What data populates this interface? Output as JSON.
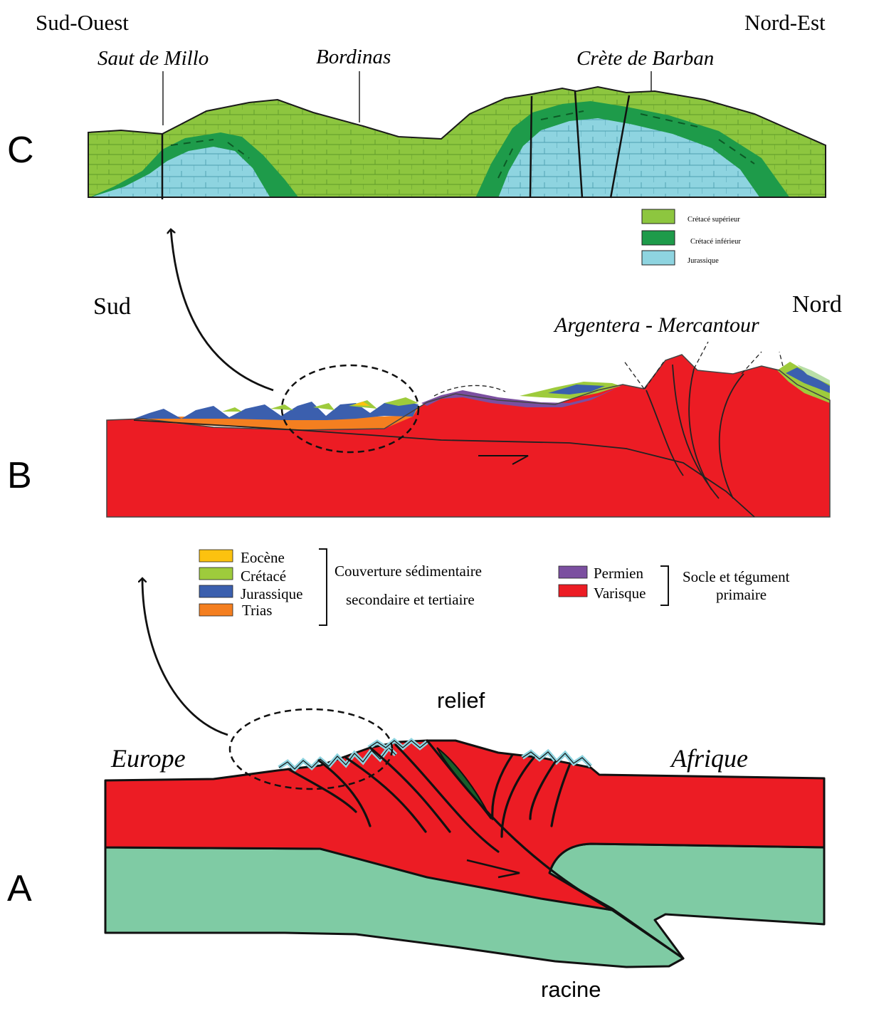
{
  "panel_c": {
    "letter": "C",
    "orientation_left": "Sud-Ouest",
    "orientation_right": "Nord-Est",
    "places": [
      "Saut de Millo",
      "Bordinas",
      "Crète de Barban"
    ],
    "legend": [
      {
        "label": "Crétacé supérieur",
        "color": "#8dc63f"
      },
      {
        "label": "Crétacé inférieur",
        "color": "#1e9b4a"
      },
      {
        "label": "Jurassique",
        "color": "#8ed4e0"
      }
    ]
  },
  "panel_b": {
    "letter": "B",
    "orientation_left": "Sud",
    "orientation_right": "Nord",
    "massif": "Argentera - Mercantour",
    "legend_sedimentary": [
      {
        "label": "Eocène",
        "color": "#fcc20f"
      },
      {
        "label": "Crétacé",
        "color": "#9ecb3c"
      },
      {
        "label": "Jurassique",
        "color": "#3b5fae"
      },
      {
        "label": "Trias",
        "color": "#f47f20"
      }
    ],
    "group_sedimentary_line1": "Couverture sédimentaire",
    "group_sedimentary_line2": "secondaire et tertiaire",
    "legend_basement": [
      {
        "label": "Permien",
        "color": "#7b4fa0"
      },
      {
        "label": "Varisque",
        "color": "#ec1c24"
      }
    ],
    "group_basement_line1": "Socle  et tégument",
    "group_basement_line2": "primaire"
  },
  "panel_a": {
    "letter": "A",
    "top_label": "relief",
    "bottom_label": "racine",
    "left_plate": "Europe",
    "right_plate": "Afrique",
    "colors": {
      "crust": "#ec1c24",
      "mantle": "#7fcba4",
      "ophiolite": "#1a5e2a",
      "cover": "#8ed4e0"
    }
  }
}
